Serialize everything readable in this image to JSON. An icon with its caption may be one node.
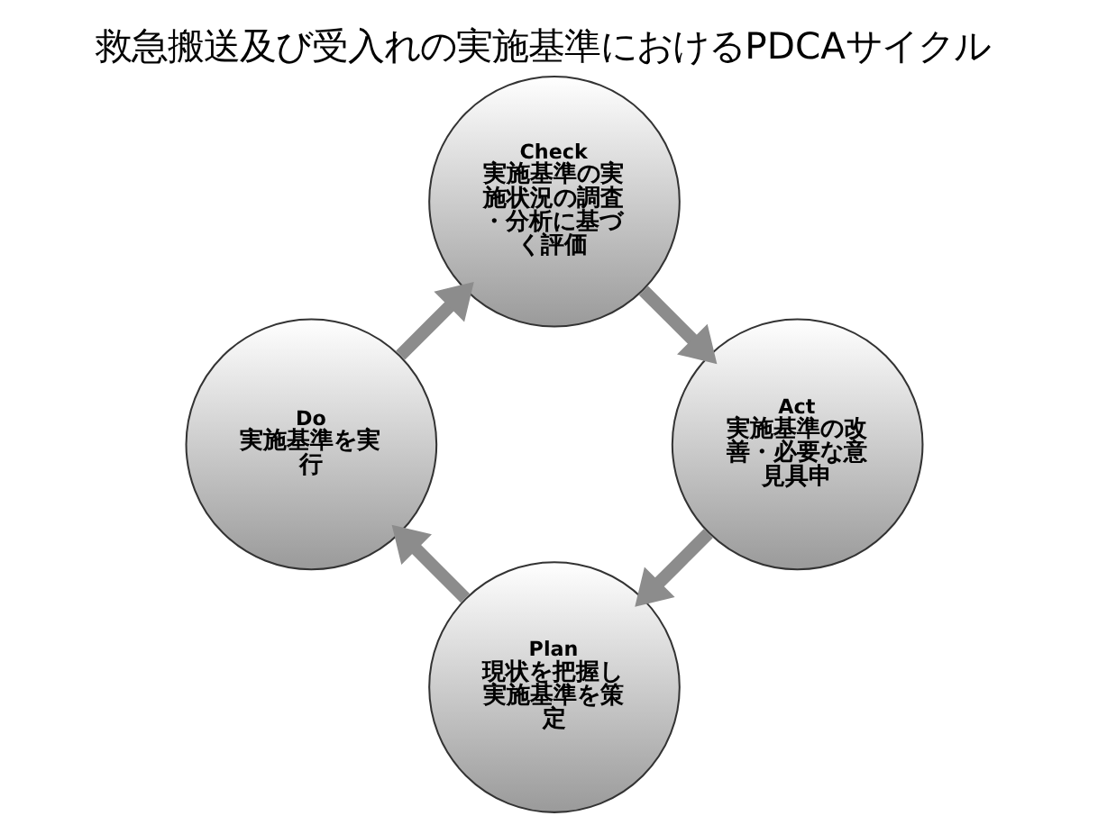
{
  "diagram": {
    "title": "救急搬送及び受入れの実施基準におけるPDCAサイクル",
    "nodes": [
      {
        "text": [
          "Plan",
          "現状を把握し実施基準を策定"
        ]
      },
      {
        "text": [
          "Do",
          "実施基準を実行"
        ]
      },
      {
        "text": [
          "Check",
          "実施基準の実施状況の調査・分析に基づく評価"
        ]
      },
      {
        "text": [
          "Act",
          "実施基準の改善・必要な意見具申"
        ]
      }
    ],
    "edges": [
      {
        "from": 0,
        "to": 1,
        "arrow": "to"
      },
      {
        "from": 1,
        "to": 2,
        "arrow": "to"
      },
      {
        "from": 2,
        "to": 3,
        "arrow": "to"
      },
      {
        "from": 3,
        "to": 0,
        "arrow": "to"
      }
    ]
  }
}
